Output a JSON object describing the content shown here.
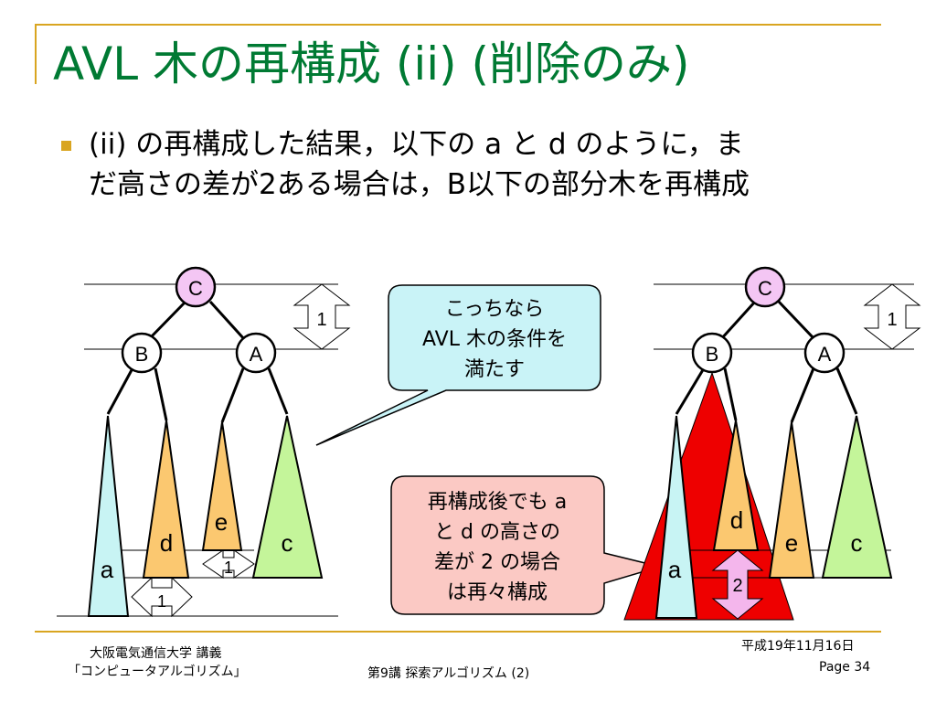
{
  "title": "AVL 木の再構成 (ii) (削除のみ)",
  "body": {
    "line1": "(ii) の再構成した結果，以下の a と d のように，ま",
    "line2": "だ高さの差が2ある場合は，B以下の部分木を再構成"
  },
  "diagram": {
    "left_nodes": {
      "C": "C",
      "B": "B",
      "A": "A"
    },
    "left_labels": {
      "a": "a",
      "d": "d",
      "e": "e",
      "c": "c"
    },
    "left_height_top": "1",
    "left_height_de": "1",
    "left_height_ad": "1",
    "right_nodes": {
      "C": "C",
      "B": "B",
      "A": "A"
    },
    "right_labels": {
      "a": "a",
      "d": "d",
      "e": "e",
      "c": "c"
    },
    "right_height_top": "1",
    "right_height_ad": "2",
    "callout_blue": [
      "こっちなら",
      "AVL 木の条件を",
      "満たす"
    ],
    "callout_pink": [
      "再構成後でも a",
      "と d の高さの",
      "差が 2 の場合",
      "は再々構成"
    ]
  },
  "footer": {
    "org_line1": "大阪電気通信大学 講義",
    "org_line2": "「コンピュータアルゴリズム」",
    "lecture": "第9講 探索アルゴリズム (2)",
    "date": "平成19年11月16日",
    "page": "Page 34"
  },
  "colors": {
    "accent": "#d9a520",
    "title": "#007a33",
    "node_c": "#f4c6f4",
    "tri_a": "#c8f4f4",
    "tri_d": "#fbc870",
    "tri_c": "#c4f59a",
    "callout_blue": "#c9f3f7",
    "callout_pink": "#fbc9c4",
    "red_tri": "#ee0000",
    "arrow_pink": "#f4b6ec"
  }
}
